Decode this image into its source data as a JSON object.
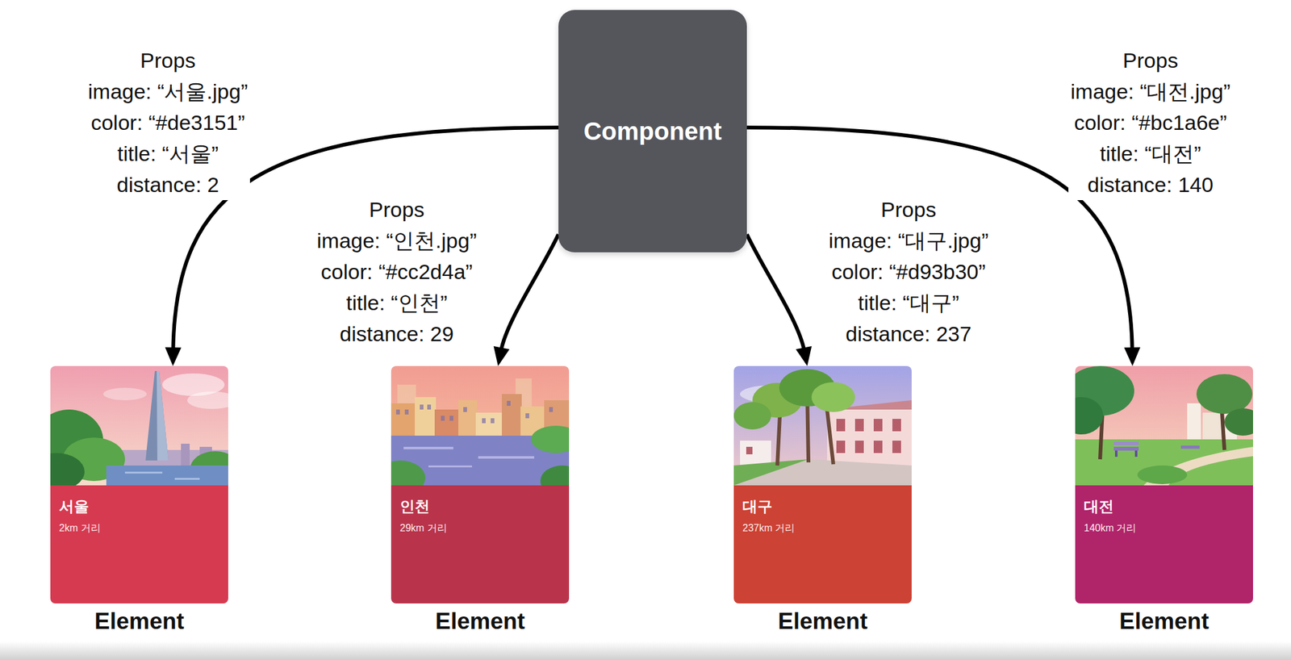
{
  "diagram": {
    "nodes": [
      {
        "text": [
          "Component"
        ]
      },
      {
        "text": [
          "서울",
          "2km 거리",
          "Element"
        ]
      },
      {
        "text": [
          "인천",
          "29km 거리",
          "Element"
        ]
      },
      {
        "text": [
          "대구",
          "237km 거리",
          "Element"
        ]
      },
      {
        "text": [
          "대전",
          "140km 거리",
          "Element"
        ]
      }
    ],
    "edges": [
      {
        "from": 0,
        "to": 1,
        "arrow": "to",
        "label": "Props image: “서울.jpg” color: “#de3151” title: “서울” distance: 2"
      },
      {
        "from": 0,
        "to": 2,
        "arrow": "to",
        "label": "Props image: “인천.jpg” color: “#cc2d4a” title: “인천” distance: 29"
      },
      {
        "from": 0,
        "to": 3,
        "arrow": "to",
        "label": "Props image: “대구.jpg” color: “#d93b30” title: “대구” distance: 237"
      },
      {
        "from": 0,
        "to": 4,
        "arrow": "to",
        "label": "Props image: “대전.jpg” color: “#bc1a6e” title: “대전” distance: 140"
      }
    ]
  }
}
